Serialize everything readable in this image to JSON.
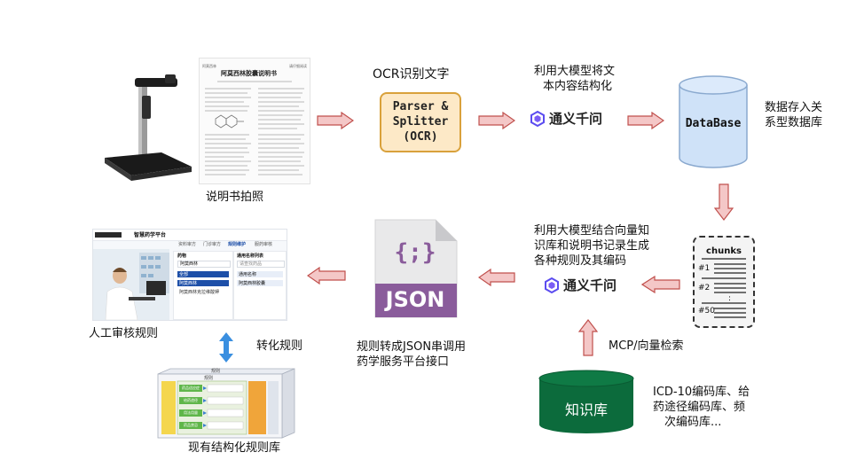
{
  "nodes": {
    "photo_label": "说明书拍照",
    "doc_title": "阿莫西林胶囊说明书",
    "doc_badge_left": "阿莫西林",
    "doc_badge_right": "请仔细阅读",
    "ocr_top": "OCR识别文字",
    "parser_box": [
      "Parser &",
      "Splitter",
      "(OCR)"
    ],
    "llm_struct_label": [
      "利用大模型将文",
      "本内容结构化"
    ],
    "qwen_name": "通义千问",
    "db_name": "DataBase",
    "db_label": [
      "数据存入关",
      "系型数据库"
    ],
    "chunks": {
      "title": "chunks",
      "items": [
        "#1",
        "#2",
        ":",
        "#50"
      ]
    },
    "llm_rules_label": [
      "利用大模型结合向量知",
      "识库和说明书记录生成",
      "各种规则及其编码"
    ],
    "json_text": "JSON",
    "json_symbol": "{;}",
    "json_label": [
      "规则转成JSON串调用",
      "药学服务平台接口"
    ],
    "human_label": "人工审核规则",
    "convert_label": "转化规则",
    "rule_db_label": "现有结构化规则库",
    "mcp_label": "MCP/向量检索",
    "kb_name": "知识库",
    "kb_desc": [
      "ICD-10编码库、给",
      "药途径编码库、频",
      "次编码库..."
    ],
    "platform": {
      "title": "智慧药学平台",
      "tabs": [
        "资料审方",
        "门诊审方",
        "规则维护",
        "服药审核"
      ],
      "left_header": "药物",
      "search_placeholder": "阿莫西林",
      "left_items": [
        "全部",
        "阿莫西林",
        "阿莫西林克拉维酸钾"
      ],
      "right_header": "通用名称列表",
      "right_search": "请查找药品",
      "right_items": [
        "通用名称",
        "阿莫西林胶囊"
      ]
    },
    "rule_box": {
      "top": "规则",
      "inner_top": "规则",
      "rows": [
        "药品适应症",
        "给药途径",
        "用法用量",
        "药品禁忌"
      ]
    }
  },
  "colors": {
    "arrow_fill": "#f4c7c7",
    "arrow_stroke": "#c0504d",
    "parser_fill": "#fde9c7",
    "parser_stroke": "#d9a13b",
    "db_fill": "#cfe2f8",
    "db_stroke": "#8aa9cf",
    "kb_fill": "#0c6b3c",
    "json_band": "#8a5c9b",
    "blue_arrow": "#3a8fe0"
  }
}
